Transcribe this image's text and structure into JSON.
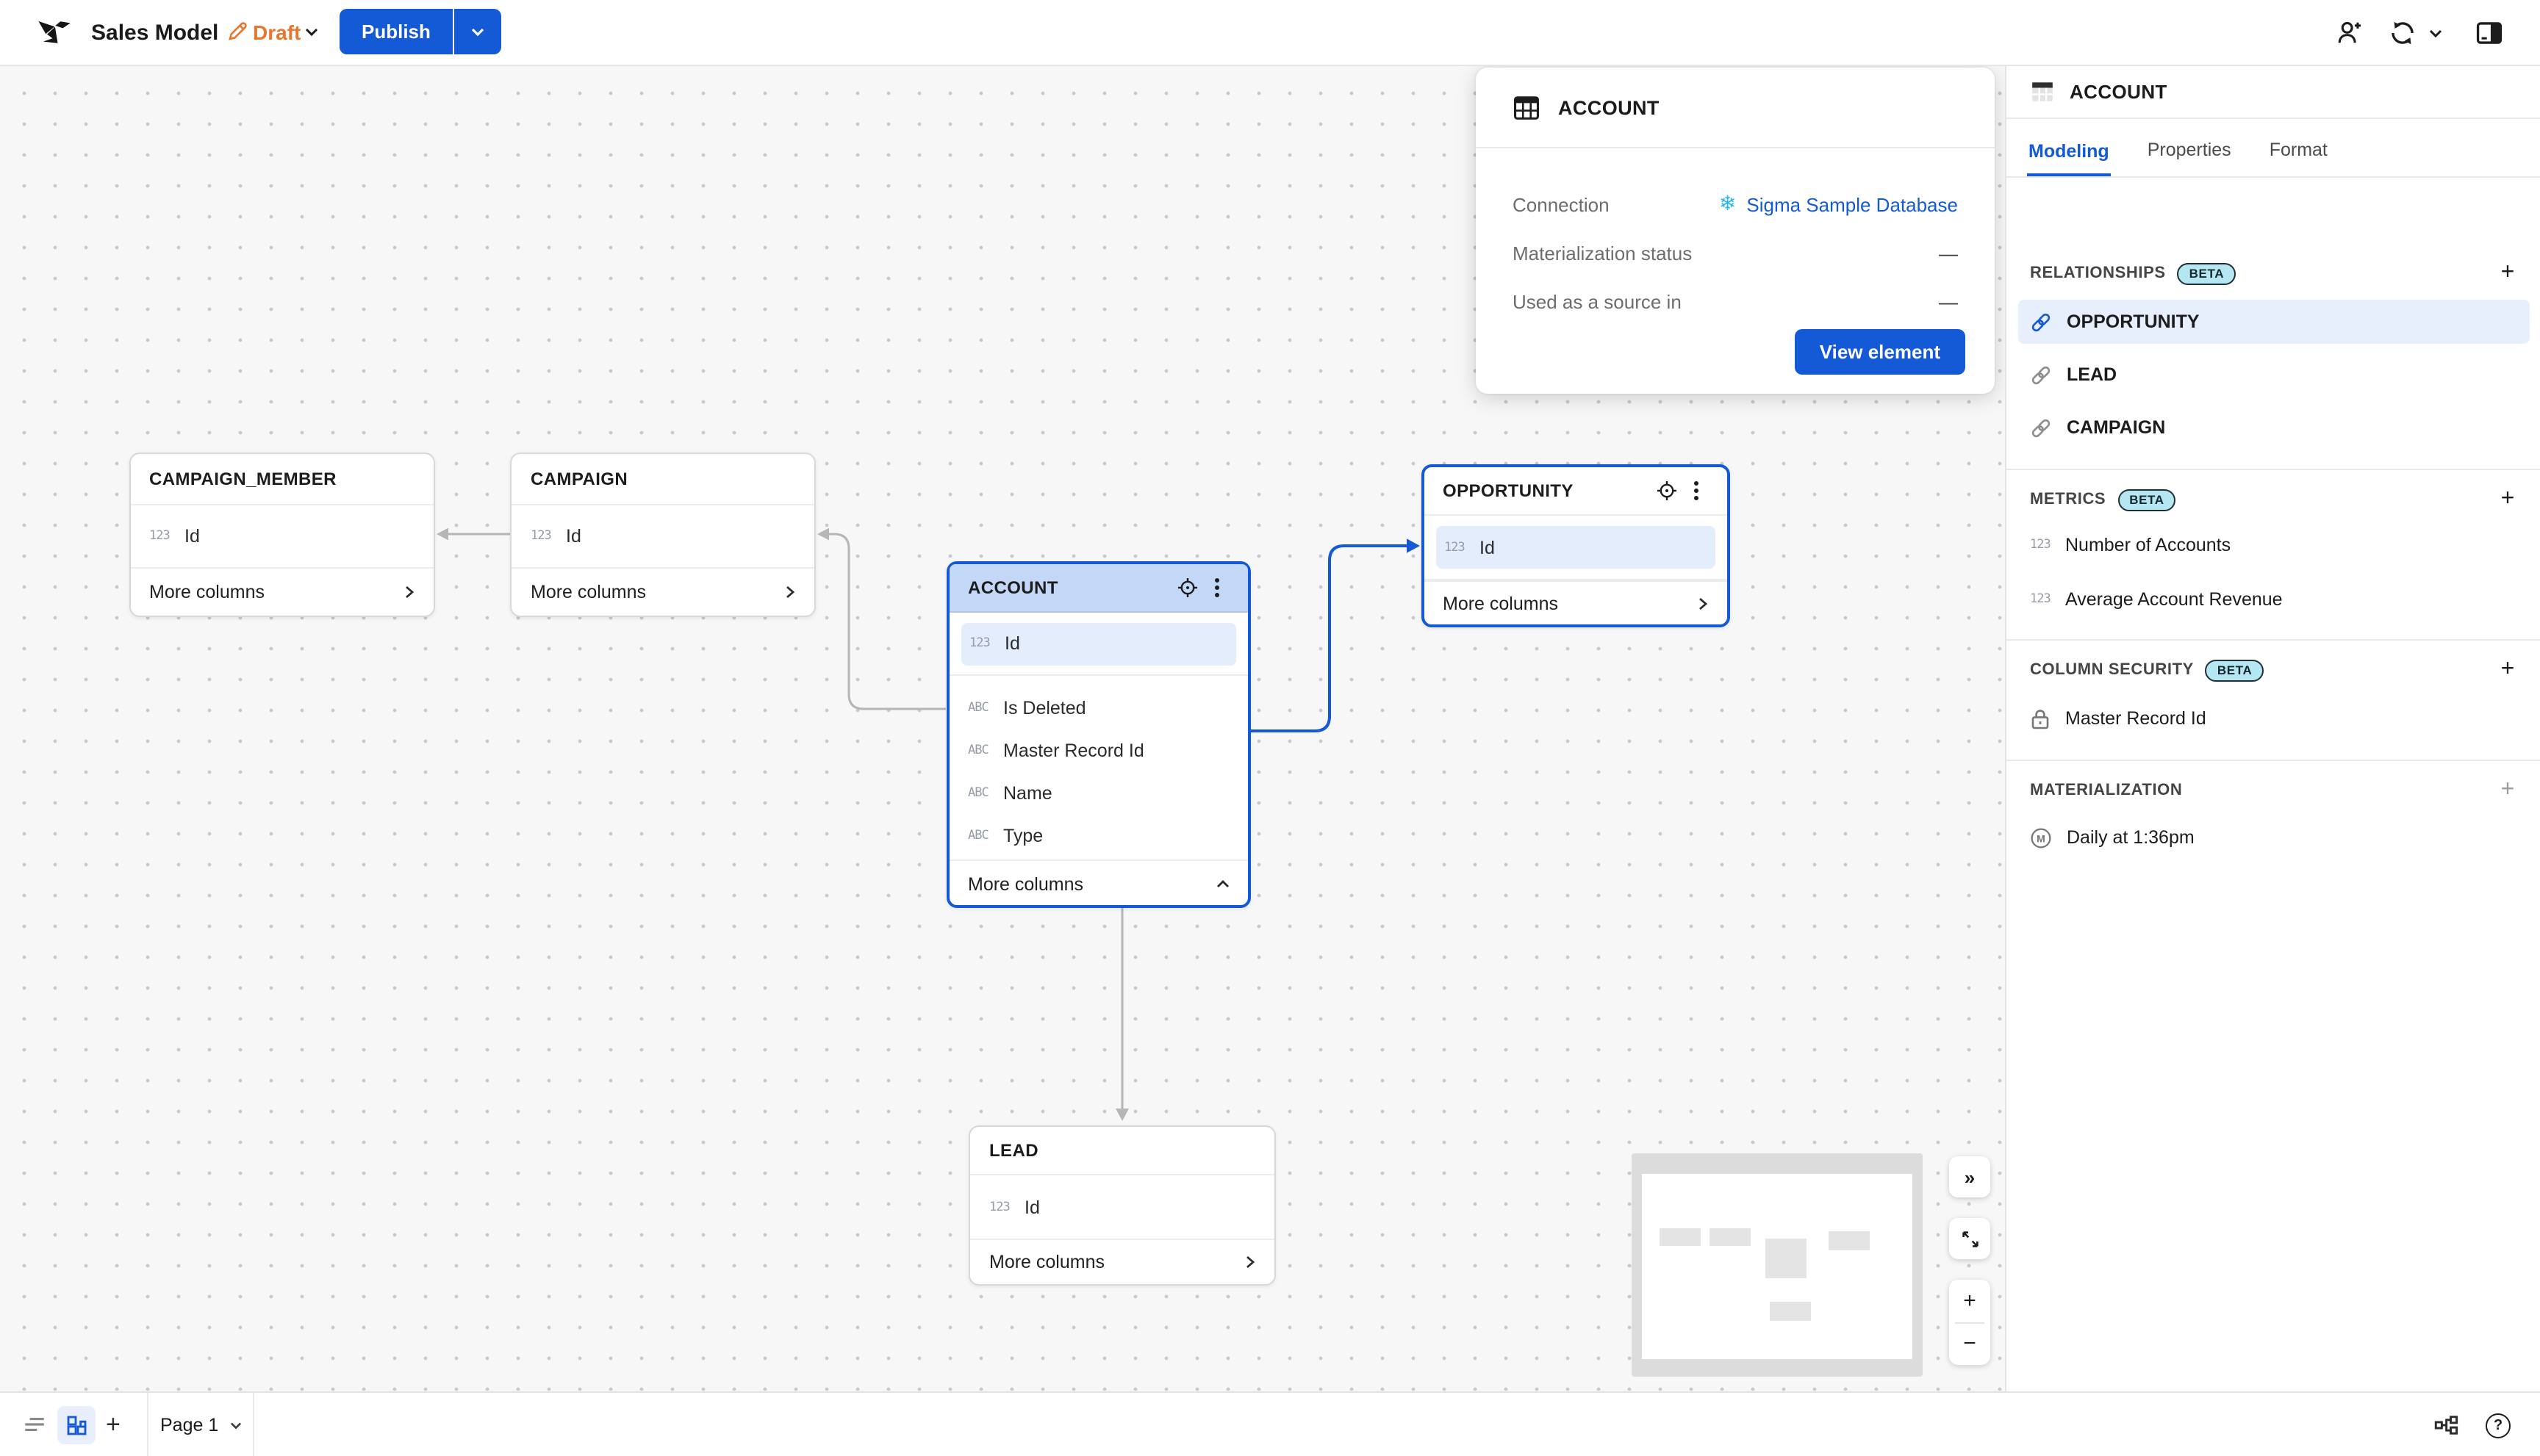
{
  "header": {
    "title": "Sales Model",
    "status": "Draft",
    "publish_label": "Publish"
  },
  "popup": {
    "title": "ACCOUNT",
    "connection_label": "Connection",
    "connection_value": "Sigma Sample Database",
    "materialization_label": "Materialization status",
    "materialization_value": "—",
    "source_label": "Used as a source in",
    "source_value": "—",
    "button_label": "View element"
  },
  "nodes": {
    "campaign_member": {
      "title": "CAMPAIGN_MEMBER",
      "columns": [
        {
          "type": "123",
          "name": "Id"
        }
      ],
      "more": "More columns"
    },
    "campaign": {
      "title": "CAMPAIGN",
      "columns": [
        {
          "type": "123",
          "name": "Id"
        }
      ],
      "more": "More columns"
    },
    "account": {
      "title": "ACCOUNT",
      "columns": [
        {
          "type": "123",
          "name": "Id"
        },
        {
          "type": "ABC",
          "name": "Is Deleted"
        },
        {
          "type": "ABC",
          "name": "Master Record Id"
        },
        {
          "type": "ABC",
          "name": "Name"
        },
        {
          "type": "ABC",
          "name": "Type"
        }
      ],
      "more": "More columns"
    },
    "opportunity": {
      "title": "OPPORTUNITY",
      "columns": [
        {
          "type": "123",
          "name": "Id"
        }
      ],
      "more": "More columns"
    },
    "lead": {
      "title": "LEAD",
      "columns": [
        {
          "type": "123",
          "name": "Id"
        }
      ],
      "more": "More columns"
    }
  },
  "panel": {
    "title": "ACCOUNT",
    "tabs": [
      {
        "label": "Modeling"
      },
      {
        "label": "Properties"
      },
      {
        "label": "Format"
      }
    ],
    "relationships": {
      "label": "RELATIONSHIPS",
      "beta": "BETA",
      "items": [
        {
          "label": "OPPORTUNITY"
        },
        {
          "label": "LEAD"
        },
        {
          "label": "CAMPAIGN"
        }
      ]
    },
    "metrics": {
      "label": "METRICS",
      "beta": "BETA",
      "items": [
        {
          "type": "123",
          "label": "Number of Accounts"
        },
        {
          "type": "123",
          "label": "Average Account Revenue"
        }
      ]
    },
    "column_security": {
      "label": "COLUMN SECURITY",
      "beta": "BETA",
      "items": [
        {
          "label": "Master Record Id"
        }
      ]
    },
    "materialization": {
      "label": "MATERIALIZATION",
      "items": [
        {
          "label": "Daily at 1:36pm"
        }
      ]
    }
  },
  "footer": {
    "page_label": "Page 1"
  },
  "colors": {
    "accent": "#1459d6",
    "draft_orange": "#e8762c",
    "snowflake_blue": "#2bb5e8",
    "node_header_selected": "#c3d7f7",
    "id_highlight": "#e4edfc",
    "panel_selected_row": "#e8effc",
    "beta_badge": "#b5e7f2",
    "canvas_bg": "#f7f7f8",
    "edge_gray": "#b6b6b8"
  }
}
